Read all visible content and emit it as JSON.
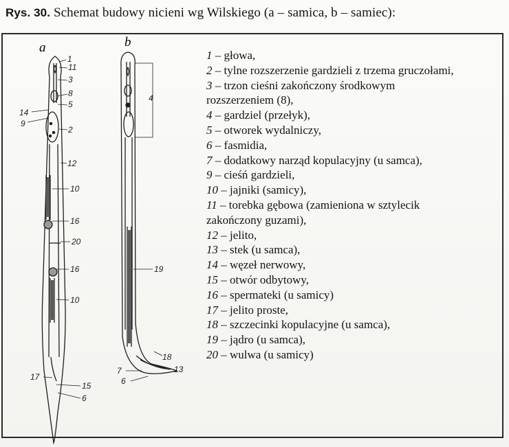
{
  "caption": {
    "prefix": "Rys. 30.",
    "text": "Schemat budowy nicieni wg Wilskiego (a – samica, b – samiec):"
  },
  "figure_a": {
    "letter": "a",
    "labels": [
      "1",
      "11",
      "3",
      "8",
      "5",
      "14",
      "9",
      "2",
      "12",
      "10",
      "16",
      "20",
      "16",
      "10",
      "17",
      "15",
      "6"
    ]
  },
  "figure_b": {
    "letter": "b",
    "labels": [
      "4",
      "19",
      "18",
      "7",
      "13",
      "6"
    ]
  },
  "legend": [
    {
      "num": "1",
      "text": " – głowa,"
    },
    {
      "num": "2",
      "text": " – tylne rozszerzenie gardzieli z trzema gruczołami,"
    },
    {
      "num": "3",
      "text": " – trzon cieśni zakończony środkowym",
      "cont": "rozszerzeniem (8),"
    },
    {
      "num": "4",
      "text": " – gardziel (przełyk),"
    },
    {
      "num": "5",
      "text": " – otworek wydalniczy,"
    },
    {
      "num": "6",
      "text": " – fasmidia,"
    },
    {
      "num": "7",
      "text": " – dodatkowy narząd kopulacyjny (u samca),"
    },
    {
      "num": "9",
      "text": " – cieśń gardzieli,"
    },
    {
      "num": "10",
      "text": " – jajniki (samicy),"
    },
    {
      "num": "11",
      "text": " – torebka gębowa (zamieniona w sztylecik",
      "cont": "zakończony guzami),"
    },
    {
      "num": "12",
      "text": " – jelito,"
    },
    {
      "num": "13",
      "text": " – stek (u samca),"
    },
    {
      "num": "14",
      "text": " – węzeł nerwowy,"
    },
    {
      "num": "15",
      "text": " – otwór odbytowy,"
    },
    {
      "num": "16",
      "text": " – spermateki (u samicy)"
    },
    {
      "num": "17",
      "text": " – jelito proste,"
    },
    {
      "num": "18",
      "text": " – szczecinki kopulacyjne (u samca),"
    },
    {
      "num": "19",
      "text": " – jądro (u samca),"
    },
    {
      "num": "20",
      "text": " – wulwa (u samicy)"
    }
  ]
}
